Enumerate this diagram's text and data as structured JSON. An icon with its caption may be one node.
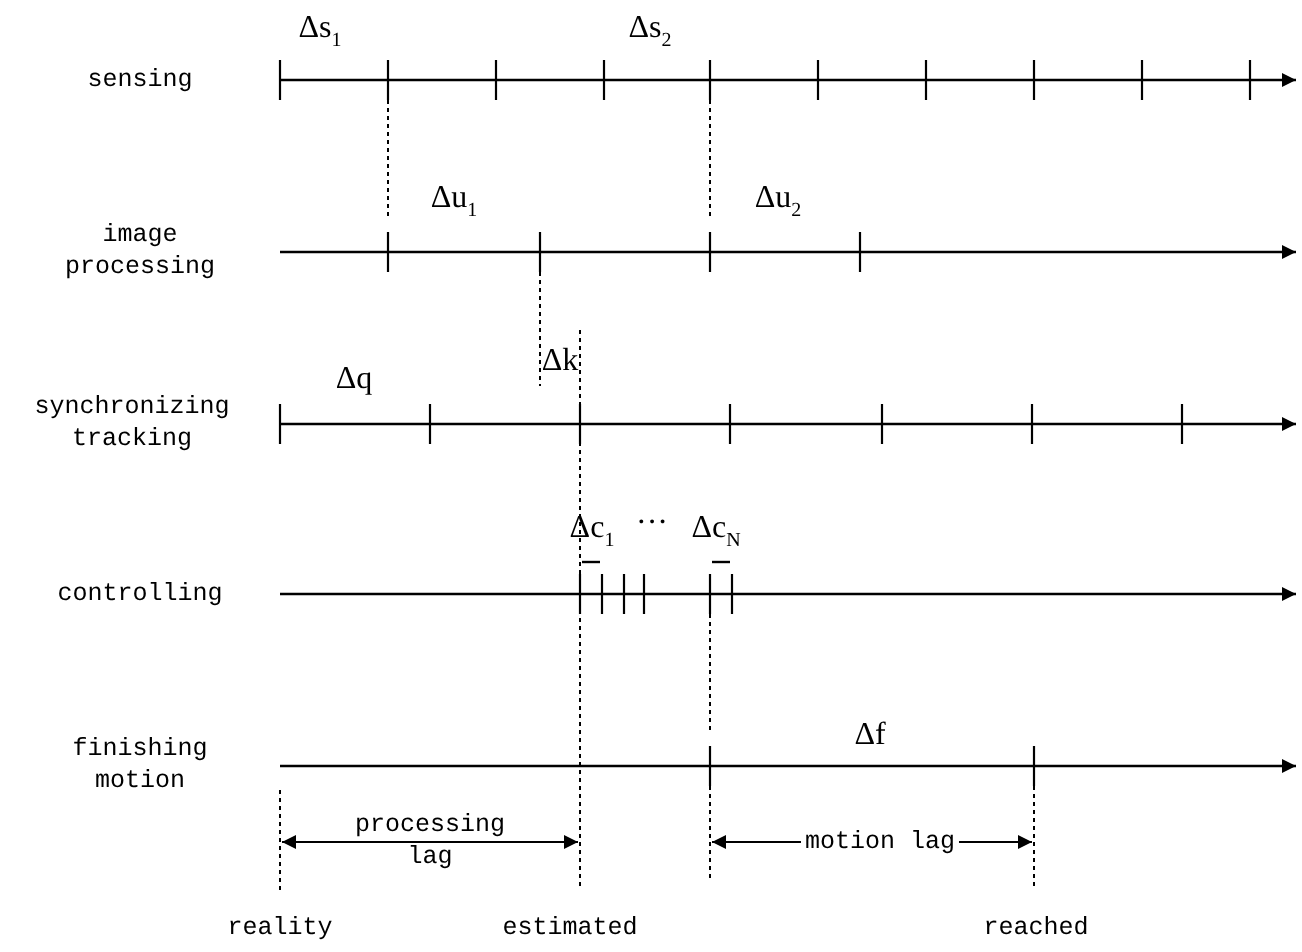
{
  "diagram": {
    "labels": [
      "Δs$_{1}$",
      "Δs$_{2}$",
      "sensing",
      "Δu$_{1}$",
      "Δu$_{2}$",
      "image processing",
      "Δk",
      "Δq",
      "synchronizing tracking",
      "Δc$_{1}$",
      "···",
      "Δc$_{N}$",
      "controlling",
      "Δf",
      "finishing motion",
      "processing lag",
      "motion lag",
      "reality",
      "estimated",
      "reached"
    ]
  }
}
